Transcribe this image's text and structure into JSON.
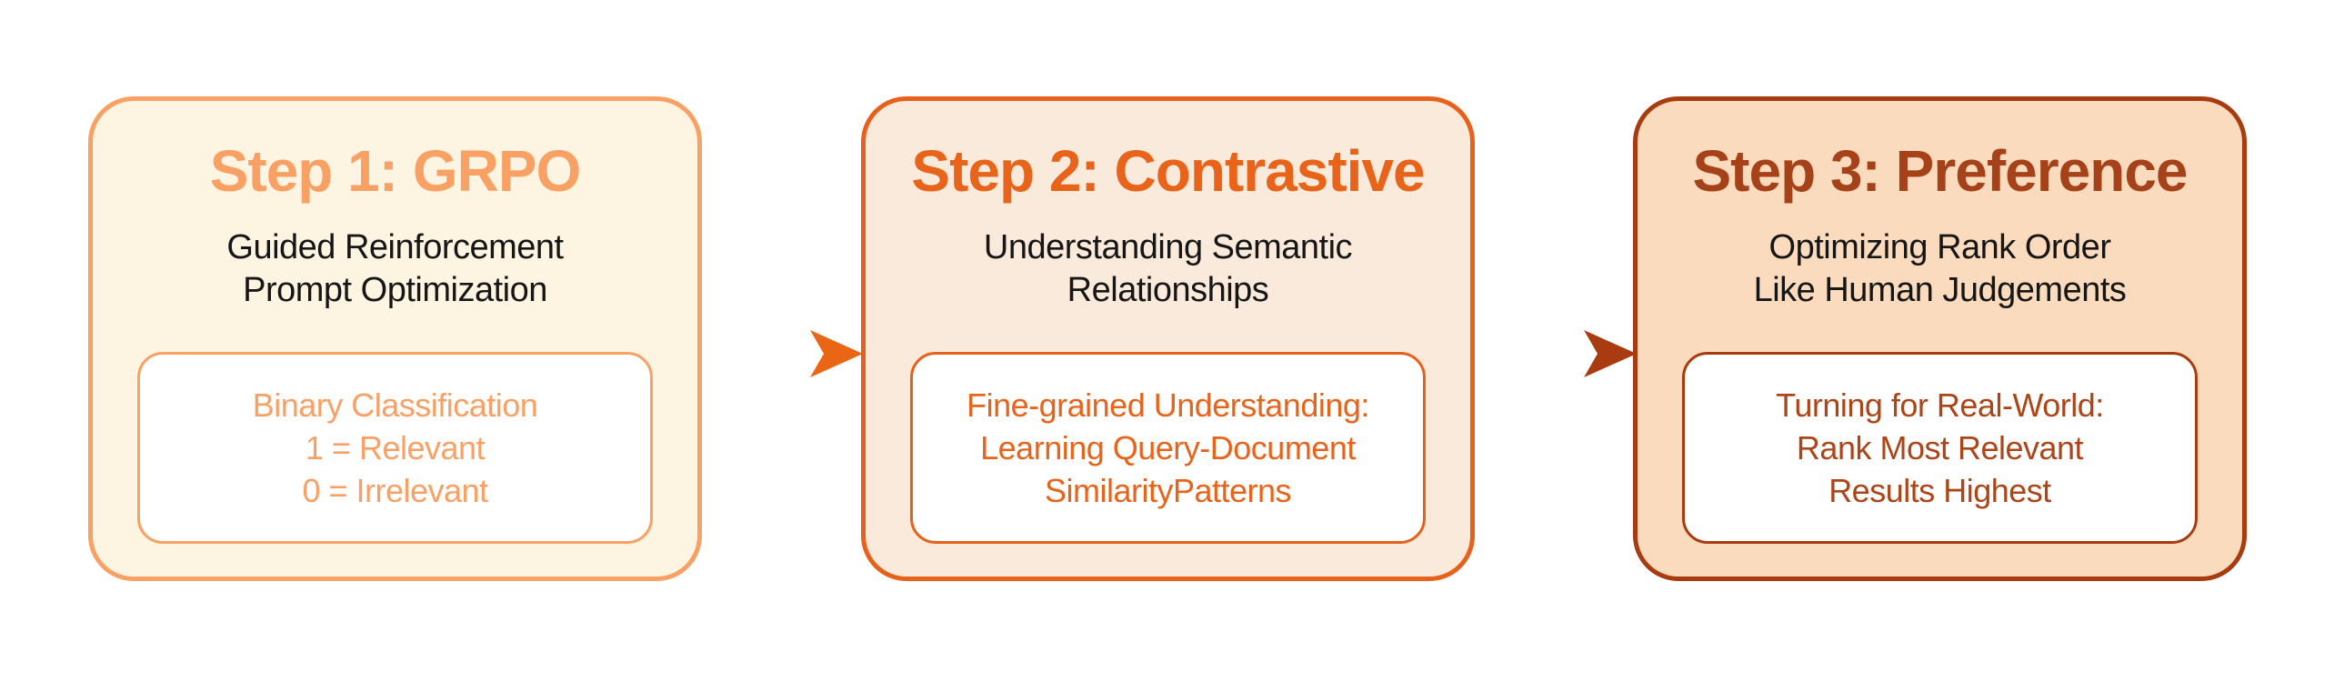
{
  "diagram": {
    "background": "#ffffff",
    "steps": [
      {
        "title": "Step 1: GRPO",
        "subtitle": "Guided Reinforcement\nPrompt Optimization",
        "detail": "Binary Classification\n1 = Relevant\n0 = Irrelevant",
        "colors": {
          "fill": "#FDF4E2",
          "border": "#F9A164",
          "title_color": "#F9A164",
          "detail_color": "#F9A164",
          "subtitle_color": "#161616"
        }
      },
      {
        "title": "Step 2: Contrastive",
        "subtitle": "Understanding Semantic\nRelationships",
        "detail": "Fine-grained Understanding:\nLearning Query-Document\nSimilarityPatterns",
        "colors": {
          "fill": "#FAEADC",
          "border": "#E8611B",
          "title_color": "#E8641A",
          "detail_color": "#E8641A",
          "subtitle_color": "#161616"
        }
      },
      {
        "title": "Step 3: Preference",
        "subtitle": "Optimizing Rank Order\nLike Human Judgements",
        "detail": "Turning for Real-World:\nRank Most Relevant\nResults Highest",
        "colors": {
          "fill": "#FBDBBD",
          "border": "#A83C10",
          "title_color": "#A5421A",
          "detail_color": "#AC4518",
          "subtitle_color": "#161616"
        }
      }
    ],
    "arrows": [
      {
        "from": "Step 1: GRPO",
        "to": "Step 2: Contrastive",
        "gradient_start": "#F7A266",
        "gradient_end": "#EB6614"
      },
      {
        "from": "Step 2: Contrastive",
        "to": "Step 3: Preference",
        "gradient_start": "#EB6E16",
        "gradient_end": "#A83C10"
      }
    ]
  }
}
